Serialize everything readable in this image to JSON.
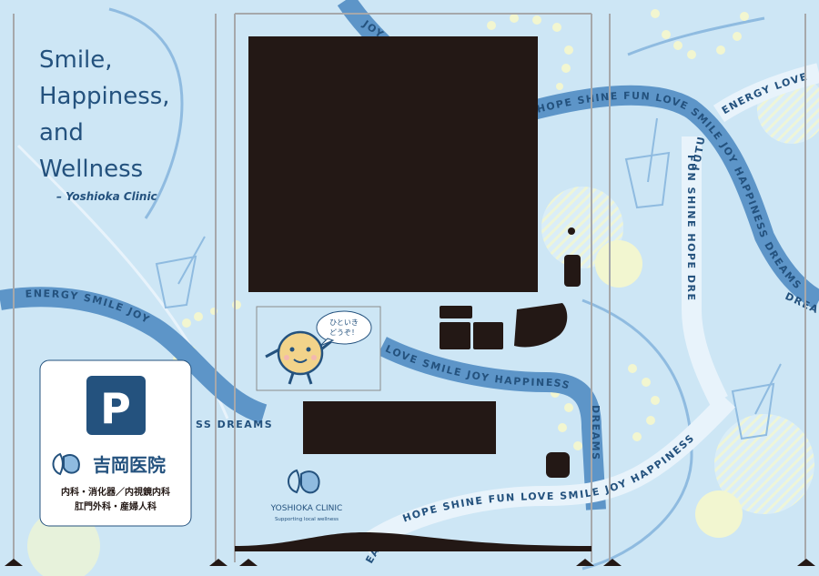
{
  "slogan": {
    "line1": "Smile,",
    "line2": "Happiness,",
    "line3": "and",
    "line4": "Wellness",
    "attribution": "– Yoshioka Clinic"
  },
  "parking_sign": {
    "symbol": "P",
    "clinic_name": "吉岡医院",
    "departments_line1": "内科・消化器／内視鏡内科",
    "departments_line2": "肛門外科・産婦人科"
  },
  "mascot_speech": {
    "line1": "ひといき",
    "line2": "どうぞ！"
  },
  "brand": {
    "name": "YOSHIOKA CLINIC",
    "tagline": "Supporting local wellness"
  },
  "ribbon_words": {
    "top_right": "HOPE SHINE FUN LOVE SMILE JOY HAPPINESS DREAMS",
    "far_right": "ENERGY LOVE",
    "vertical": "FUN SHINE HOPE DREAMS HAPPINESS JOY",
    "left": "ENERGY SMILE JOY",
    "mid_left": "SS DREAMS",
    "center": "LOVE SMILE JOY HAPPINESS",
    "center_down": "DREAMS",
    "bottom": "HOPE SHINE FUN LOVE SMILE JOY HAPPINESS",
    "bottom_left": "EA",
    "top_center": "JOY",
    "edge_right": "DREA",
    "right_vertical": "FUTU"
  },
  "colors": {
    "background": "#cde6f5",
    "navy": "#24527e",
    "ribbon": "#5d95c8",
    "ribbon_light": "#e8f3fb",
    "pale_yellow": "#f2f6d0",
    "machine_dark": "#231815"
  }
}
